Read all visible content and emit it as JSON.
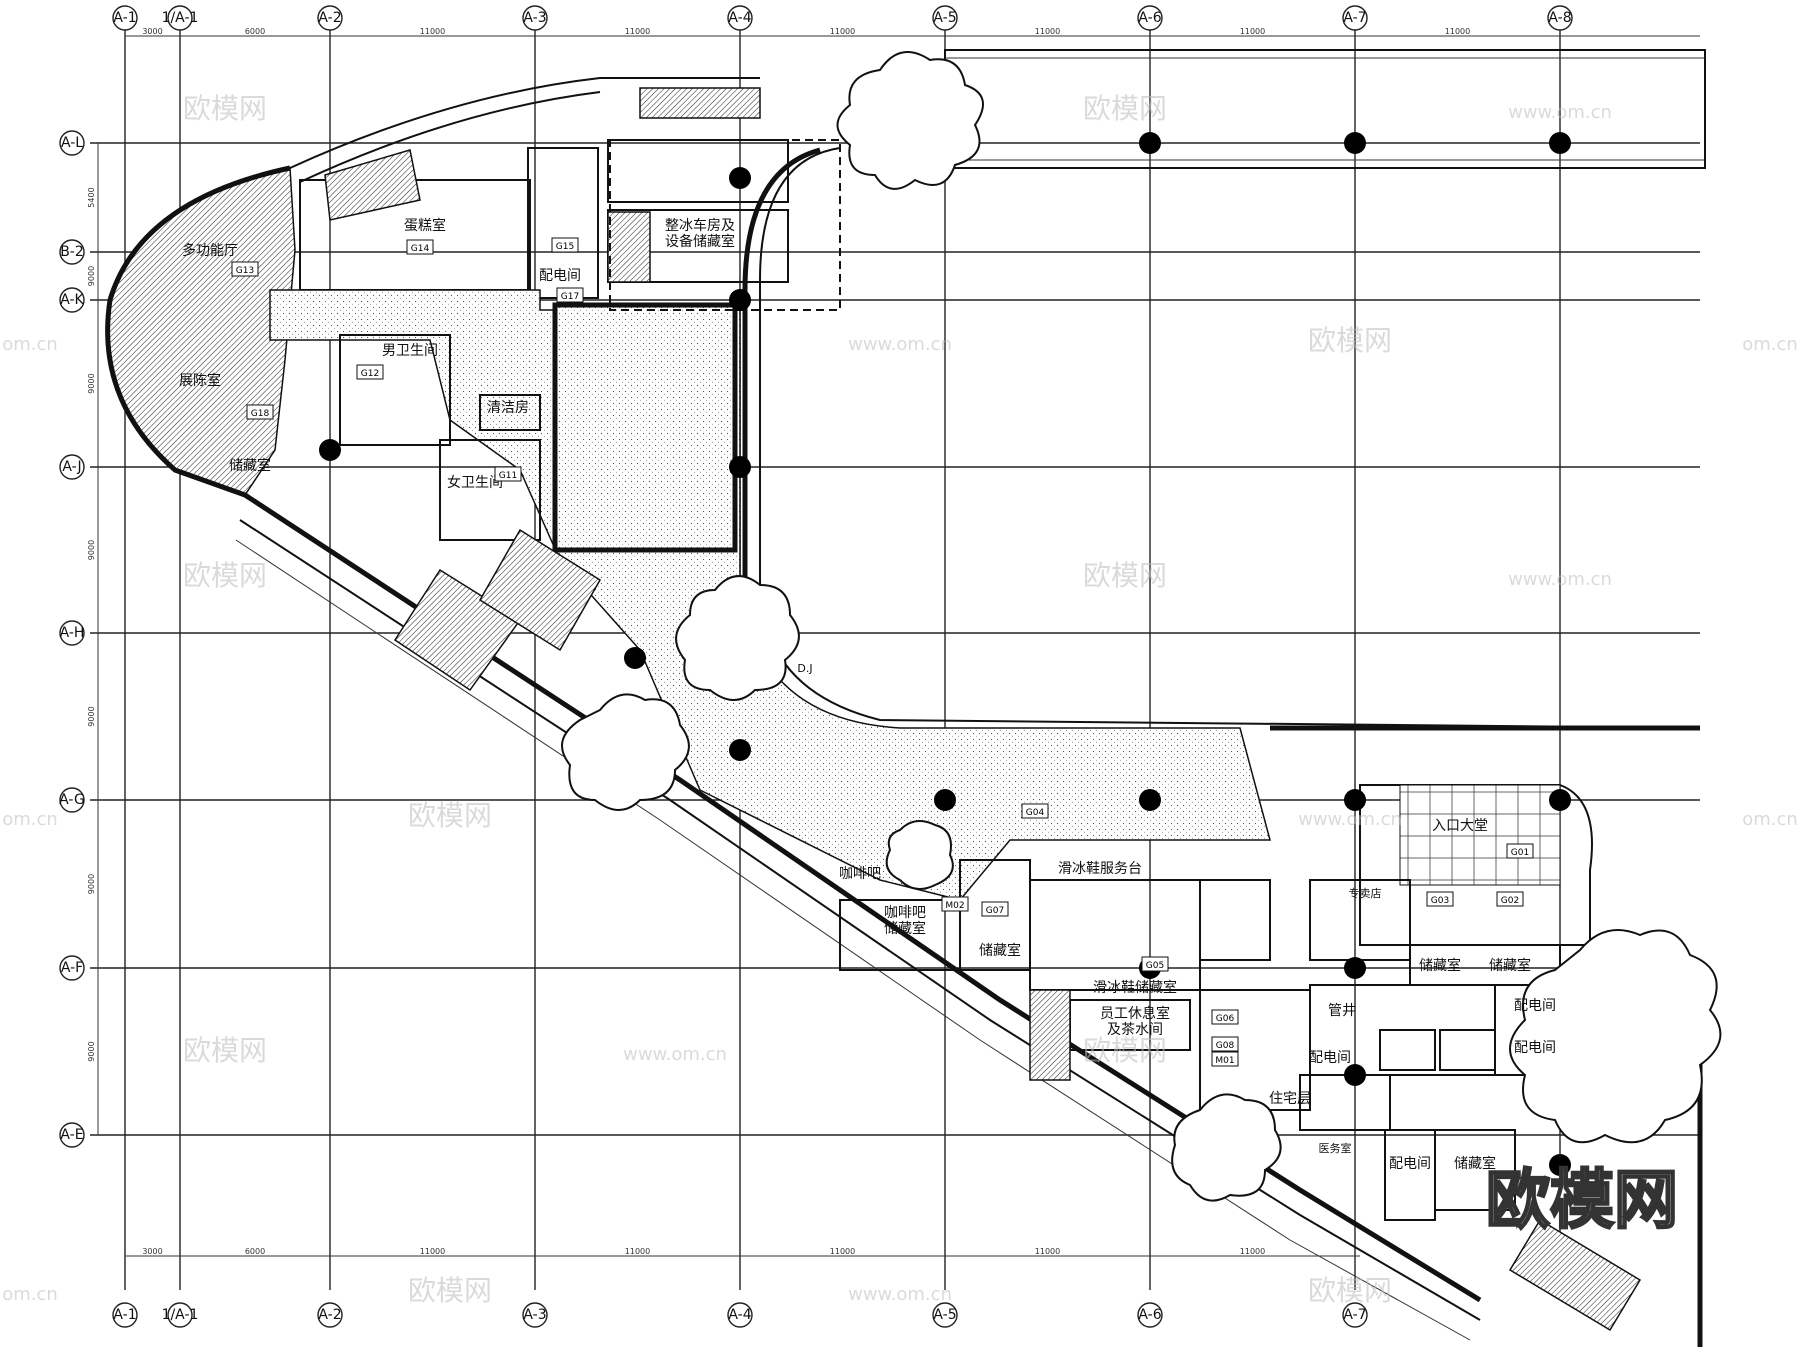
{
  "grid": {
    "vertical": [
      "A-1",
      "1/A-1",
      "A-2",
      "A-3",
      "A-4",
      "A-5",
      "A-6",
      "A-7",
      "A-8"
    ],
    "vertical_bottom": [
      "A-1",
      "1/A-1",
      "A-2",
      "A-3",
      "A-4",
      "A-5",
      "A-6",
      "A-7"
    ],
    "horizontal": [
      "A-L",
      "B-2",
      "A-K",
      "A-J",
      "A-H",
      "A-G",
      "A-F",
      "A-E"
    ],
    "spacing_top": [
      "3000",
      "6000",
      "11000",
      "11000",
      "11000",
      "11000",
      "11000",
      "11000"
    ],
    "spacing_bottom": [
      "3000",
      "6000",
      "11000",
      "11000",
      "11000",
      "11000",
      "11000"
    ],
    "spacing_left": [
      "5400",
      "9000",
      "9000",
      "9000",
      "9000",
      "9000",
      "9000"
    ]
  },
  "rooms": {
    "multi_function": "多功能厅",
    "warehouse_left": "展陈室",
    "storage_left": "储藏室",
    "men_wc": "男卫生间",
    "women_wc": "女卫生间",
    "cleaning": "清洁房",
    "snack": "蛋糕室",
    "power_room_1": "配电间",
    "ice_car": "整冰车房及",
    "ice_car_2": "设备储藏室",
    "coffee_bar": "咖啡吧",
    "coffee_store": "咖啡吧",
    "coffee_store_2": "储藏室",
    "storage_mid": "储藏室",
    "skate_rental": "滑冰鞋服务台",
    "skate_store": "滑冰鞋储藏室",
    "staff_rest": "员工休息室",
    "staff_rest_2": "及茶水间",
    "lobby": "入口大堂",
    "shop": "专卖店",
    "storage_right_1": "储藏室",
    "storage_right_2": "储藏室",
    "power_room_2": "配电间",
    "power_room_3": "配电间",
    "power_room_4": "配电间",
    "power_room_5": "配电间",
    "medical": "医务室",
    "storage_bottom": "储藏室",
    "residents": "住宅层",
    "pipe": "管井",
    "dj": "D.J",
    "tags": [
      "G15",
      "G17",
      "G13",
      "G18",
      "G12",
      "G11",
      "G14",
      "G04",
      "G05",
      "G01",
      "G02",
      "G03",
      "G06",
      "G08",
      "G07",
      "M01",
      "M02"
    ]
  },
  "watermarks": {
    "cn": "欧模网",
    "url": "www.om.cn",
    "edge_url": "om.cn",
    "brand": "欧模网"
  }
}
